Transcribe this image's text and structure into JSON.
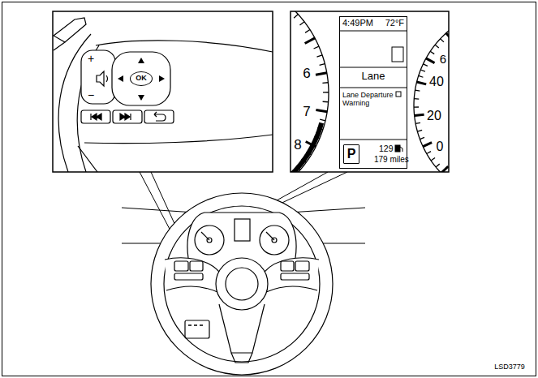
{
  "diagram": {
    "nodes": [
      {
        "text": [
          "OK"
        ]
      },
      {
        "text": [
          "4:49PM",
          "72°F",
          "Lane",
          "Lane Departure Warning",
          "129",
          "179 miles"
        ]
      },
      {
        "text": [
          "P"
        ],
        "in": 1
      }
    ],
    "labels": [
      "+",
      "−",
      "6",
      "7",
      "8",
      "6",
      "40",
      "20",
      "0",
      "LSD3779"
    ]
  }
}
